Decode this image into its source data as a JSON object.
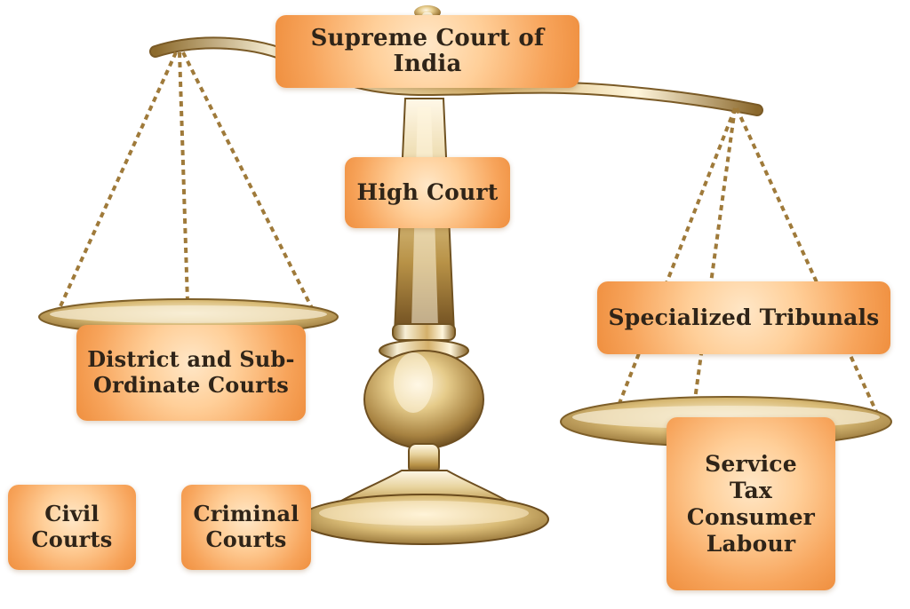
{
  "diagram": {
    "supreme": "Supreme Court of India",
    "high": "High Court",
    "district": [
      "District and Sub-",
      "Ordinate Courts"
    ],
    "specialized": "Specialized Tribunals",
    "civil": [
      "Civil",
      "Courts"
    ],
    "criminal": [
      "Criminal",
      "Courts"
    ],
    "tribunals": [
      "Service",
      "Tax",
      "Consumer",
      "Labour"
    ]
  },
  "colors": {
    "box_light": "#ffe7c7",
    "box_mid": "#ffcf99",
    "box_dark": "#ef8f3f",
    "text": "#2f2418",
    "scale_light": "#f8f0d8",
    "scale_mid": "#d8bf7e",
    "scale_dark": "#8b6d34"
  }
}
